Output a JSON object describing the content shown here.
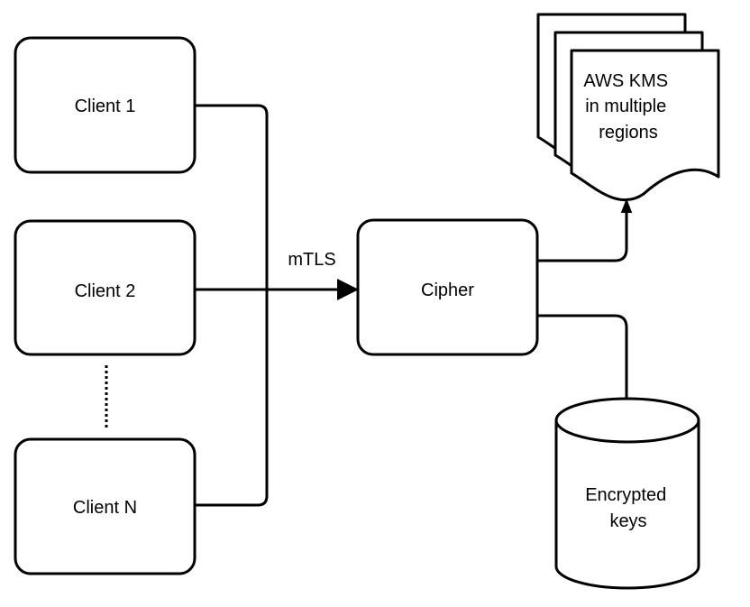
{
  "diagram": {
    "clients": [
      {
        "label": "Client 1"
      },
      {
        "label": "Client 2"
      },
      {
        "label": "Client N"
      }
    ],
    "connection_label": "mTLS",
    "cipher": {
      "label": "Cipher"
    },
    "kms": {
      "lines": [
        "AWS KMS",
        "in multiple",
        "regions"
      ]
    },
    "storage": {
      "lines": [
        "Encrypted",
        "keys"
      ]
    },
    "colors": {
      "stroke": "#000000",
      "fill": "#ffffff",
      "text": "#000000"
    }
  }
}
